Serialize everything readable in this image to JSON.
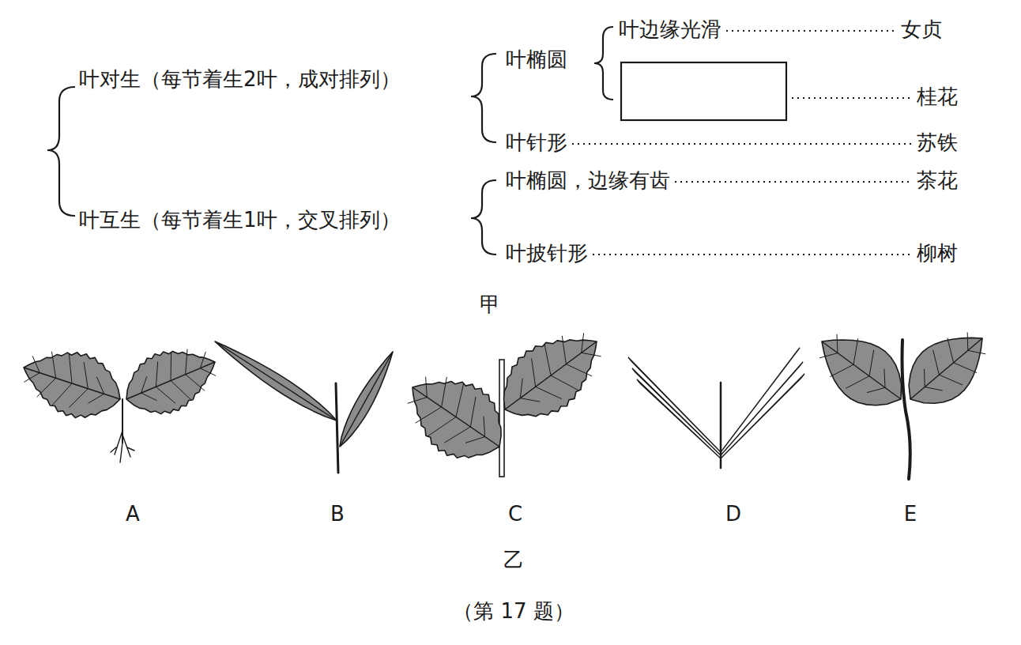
{
  "diagram": {
    "caption": "（第 17 题）",
    "labels": [
      "叶对生（每节着生2叶，成对排列）",
      "叶椭圆",
      "叶边缘光滑",
      "女贞",
      "桂花",
      "叶针形",
      "苏铁",
      "叶互生（每节着生1叶，交叉排列）",
      "叶椭圆，边缘有齿",
      "茶花",
      "叶披针形",
      "柳树",
      "甲",
      "A",
      "B",
      "C",
      "D",
      "E",
      "乙"
    ]
  }
}
